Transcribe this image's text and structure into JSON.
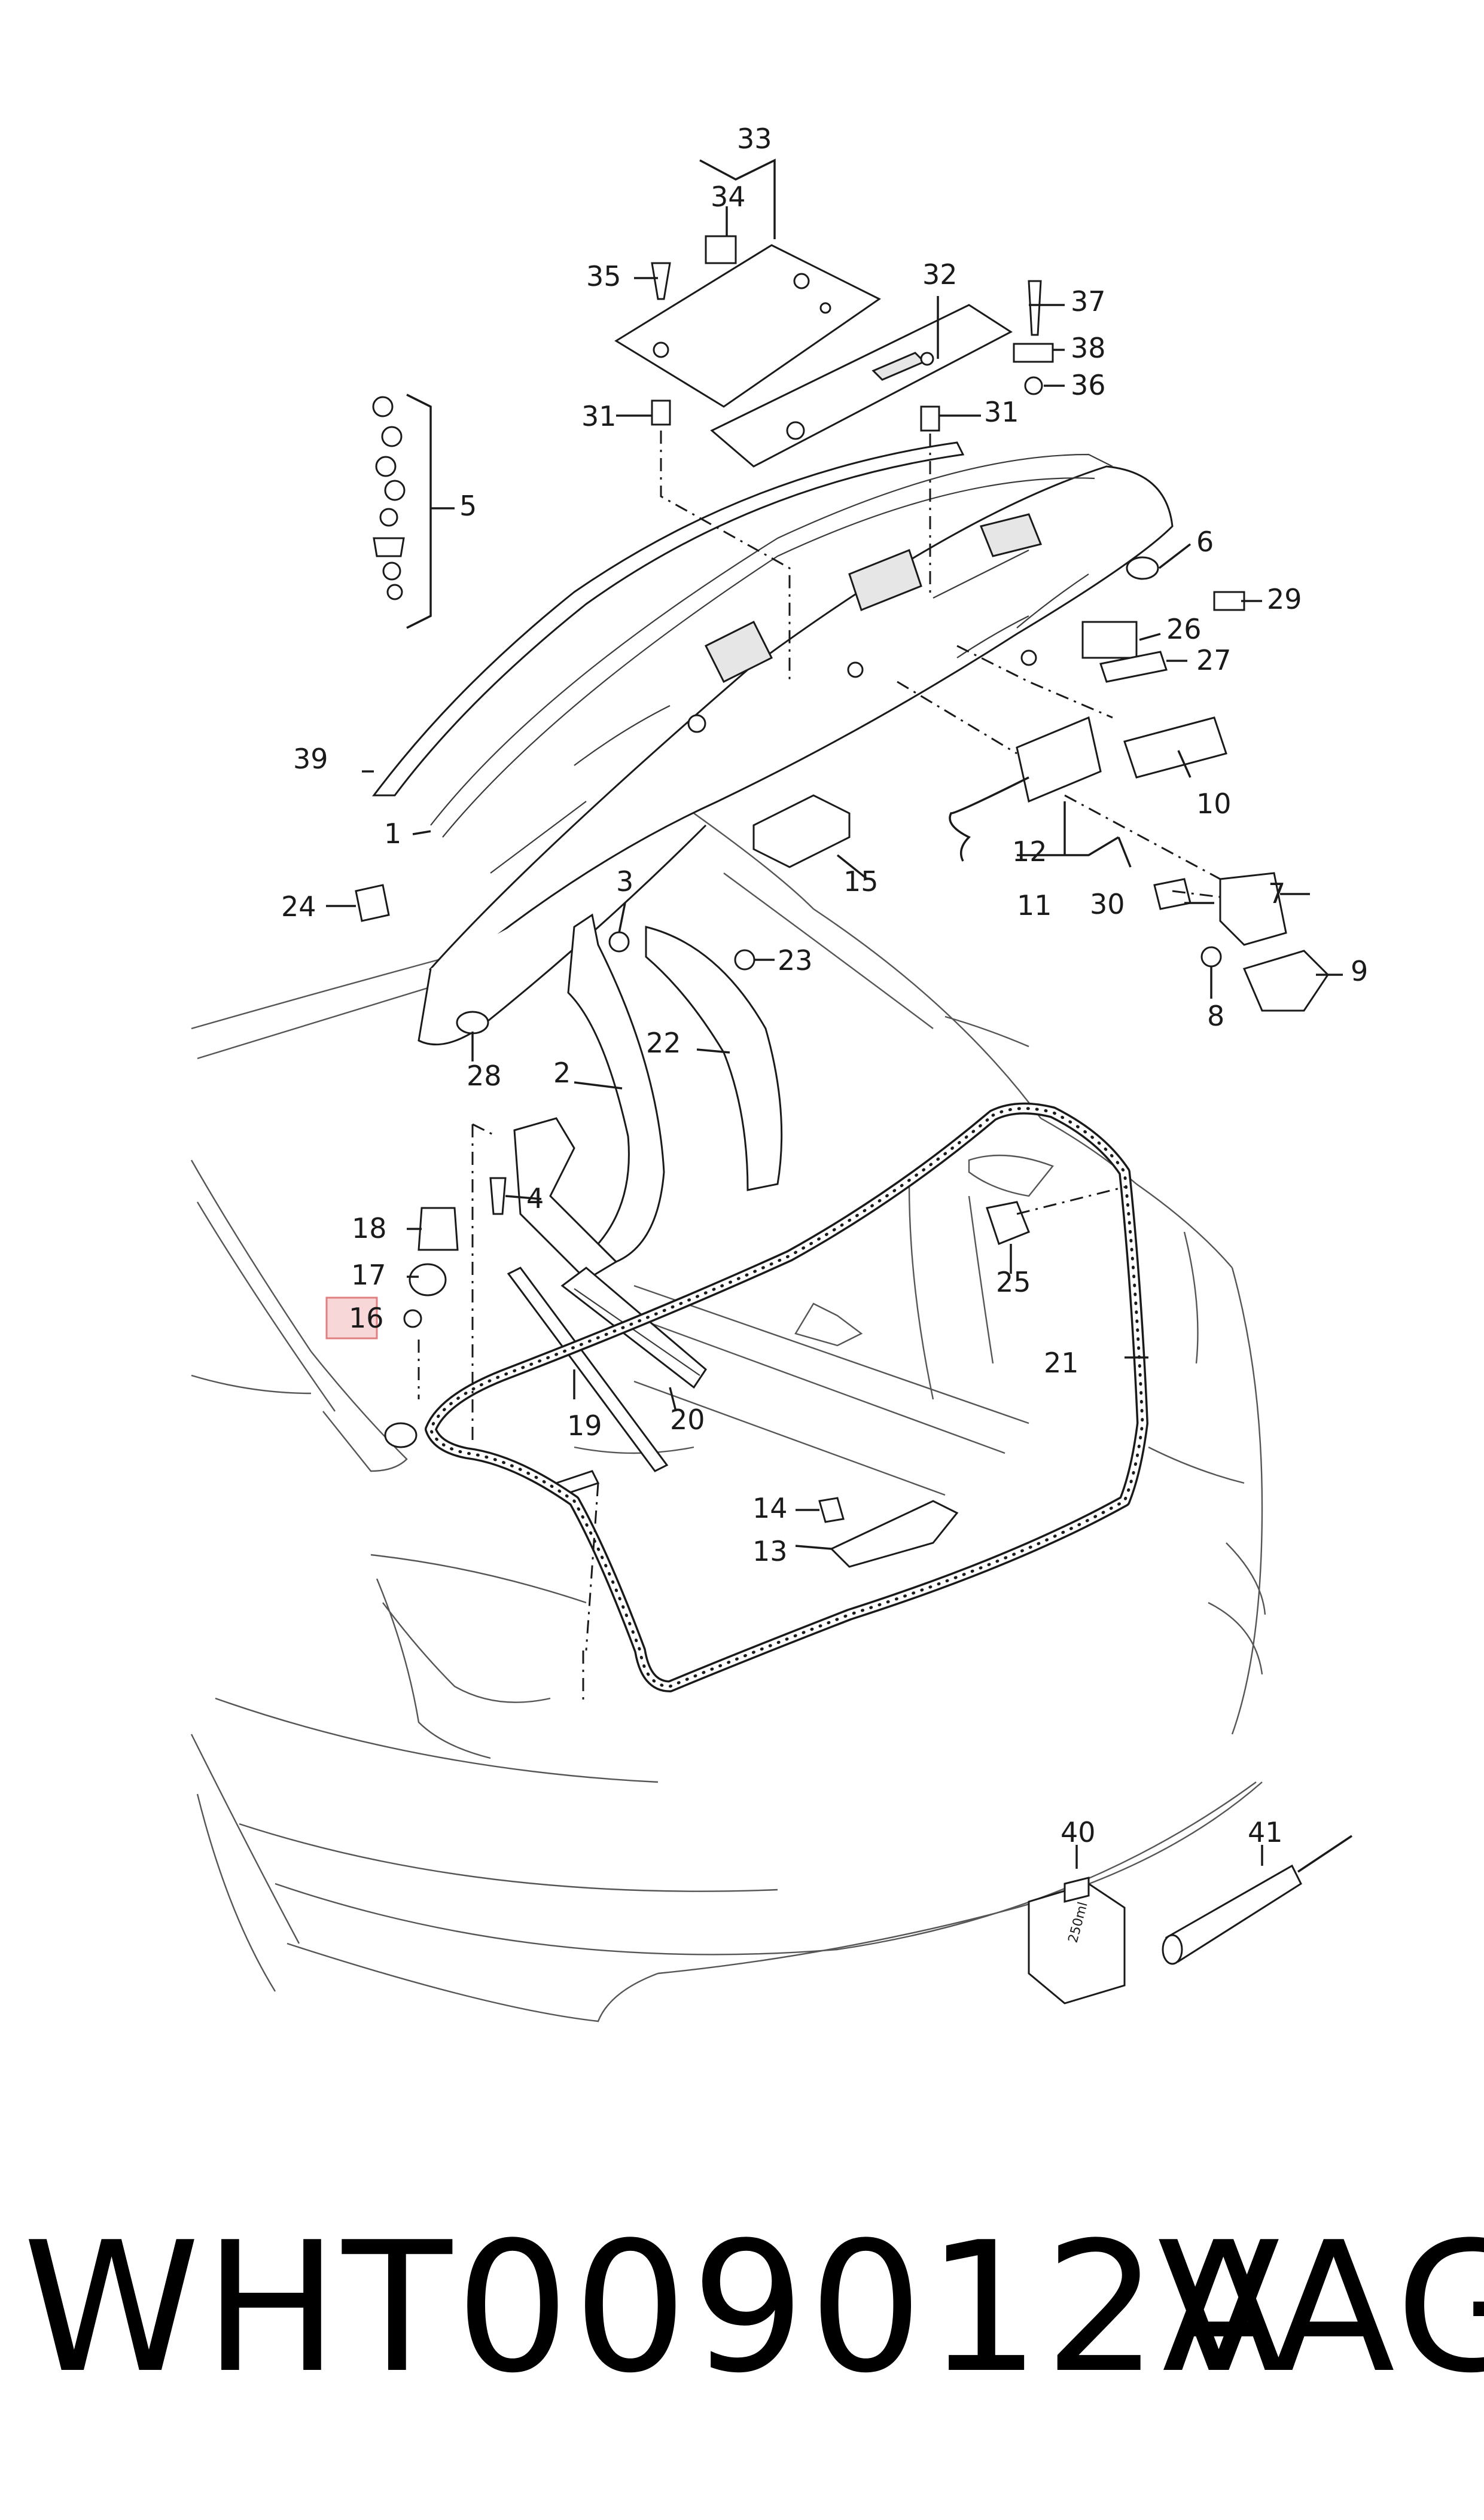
{
  "colors": {
    "highlight_fill": "#f7d7d7",
    "highlight_stroke": "#e08080",
    "ink": "#1a1a1a"
  },
  "footer": {
    "part_number": "WHT009012A",
    "brand": "VAG"
  },
  "diagram": {
    "callouts": [
      "1",
      "2",
      "3",
      "4",
      "5",
      "6",
      "7",
      "8",
      "9",
      "10",
      "11",
      "12",
      "13",
      "14",
      "15",
      "16",
      "17",
      "18",
      "19",
      "20",
      "21",
      "22",
      "23",
      "24",
      "25",
      "26",
      "27",
      "28",
      "29",
      "30",
      "31",
      "31",
      "32",
      "33",
      "34",
      "35",
      "36",
      "37",
      "38",
      "39",
      "40",
      "41"
    ],
    "highlighted_callout": "16",
    "bottle_label": "250ml"
  }
}
